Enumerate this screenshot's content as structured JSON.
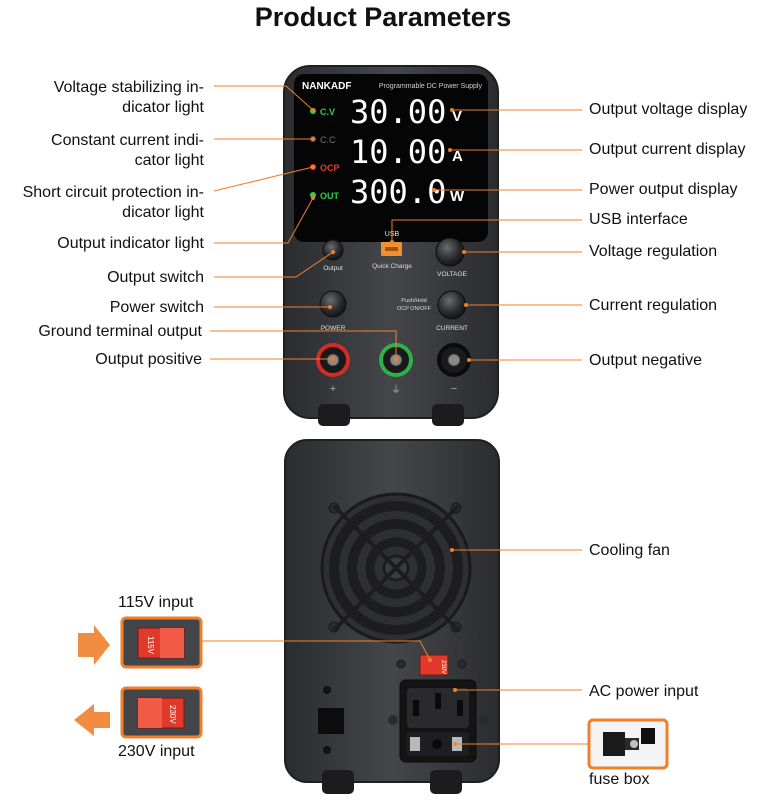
{
  "title": "Product Parameters",
  "brand": "NANKADF",
  "product_name": "Programmable DC Power Supply",
  "indicators": {
    "cv": "C.V",
    "cc": "C.C",
    "ocp": "OCP",
    "out": "OUT"
  },
  "display": {
    "voltage": "30.00",
    "voltage_unit": "V",
    "current": "10.00",
    "current_unit": "A",
    "power": "300.0",
    "power_unit": "W"
  },
  "panel": {
    "usb": "USB",
    "quick_charge": "Quick Charge",
    "output_btn": "Output",
    "voltage_knob": "VOLTAGE",
    "power_btn": "POWER",
    "current_knob": "CURRENT",
    "ocp_hint": "Push/Hold\nOCP ON/OFF",
    "plus": "+",
    "ground": "⏚",
    "minus": "−"
  },
  "switch_labels": {
    "v115": "115V",
    "v230": "230V"
  },
  "callouts": {
    "left": [
      "Voltage stabilizing in-\ndicator light",
      "Constant current indi-\ncator light",
      "Short circuit protection in-\ndicator light",
      "Output indicator light",
      "Output switch",
      "Power switch",
      "Ground terminal output",
      "Output positive"
    ],
    "right": [
      "Output voltage display",
      "Output current display",
      "Power output display",
      "USB interface",
      "Voltage regulation",
      "Current regulation",
      "Output negative"
    ],
    "rear": {
      "fan": "Cooling fan",
      "input_115": "115V input",
      "input_230": "230V input",
      "ac": "AC power input",
      "fuse": "fuse box"
    }
  },
  "colors": {
    "accent": "#F07F2B",
    "body": "#3a3b3e",
    "display_text": "#ffffff",
    "cv_led": "#2bd24a",
    "ocp_led": "#e43a2a",
    "switch_red": "#e23a2a"
  }
}
